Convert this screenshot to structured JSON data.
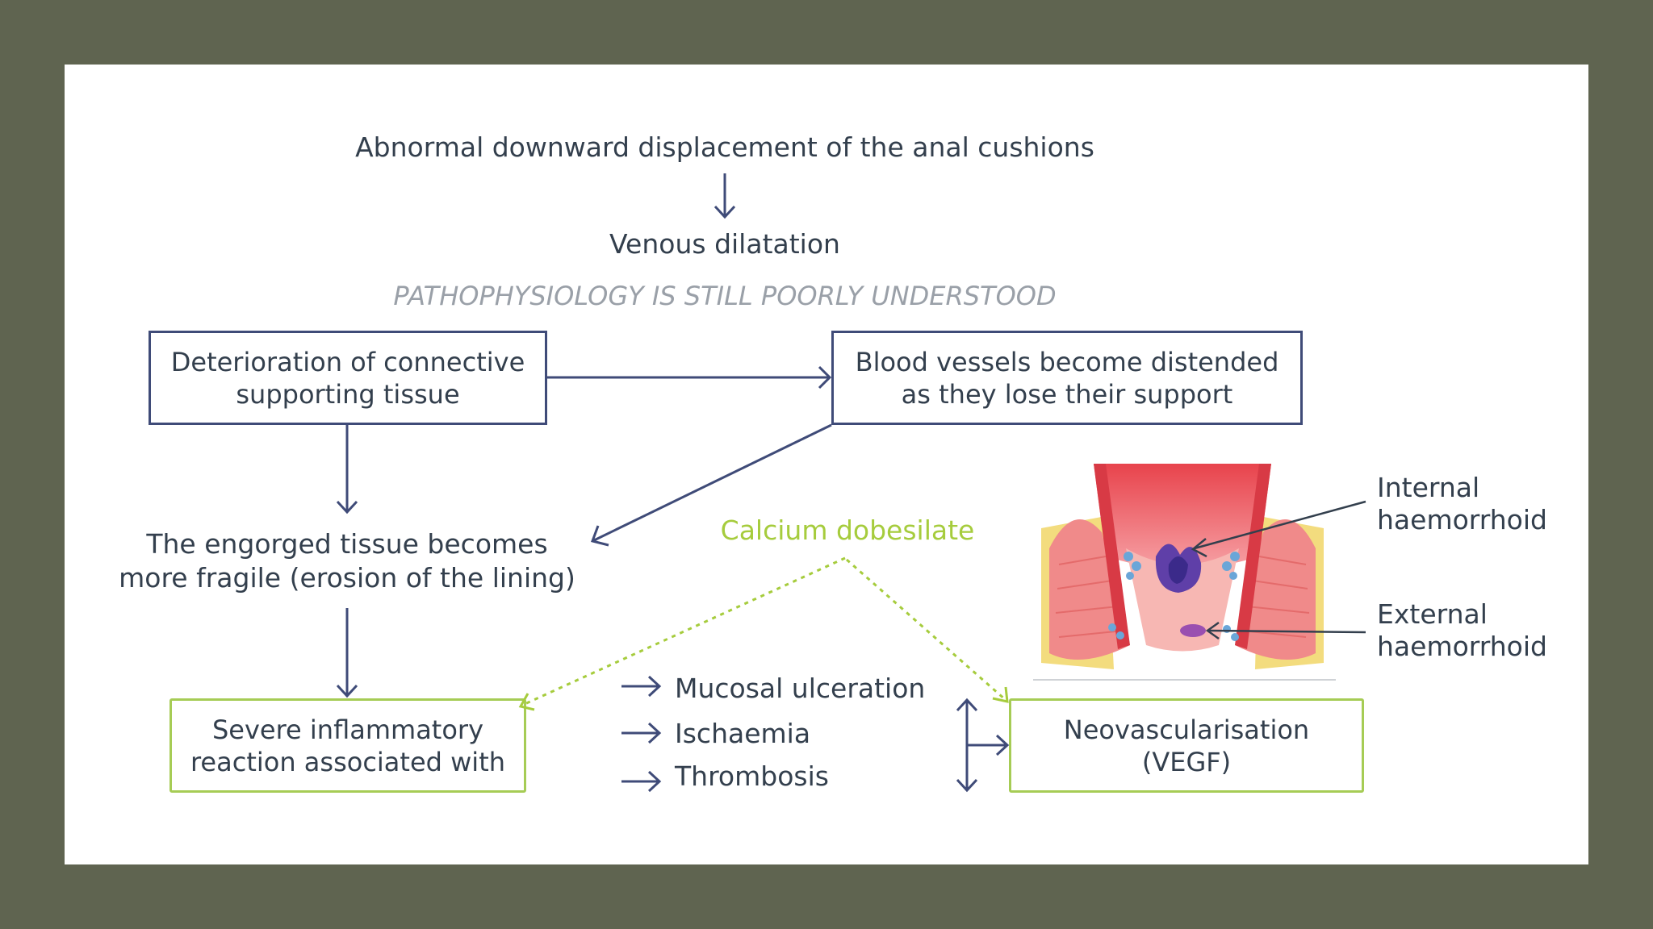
{
  "diagram": {
    "top_statement": "Abnormal downward displacement of the anal cushions",
    "venous": "Venous dilatation",
    "subtitle": "PATHOPHYSIOLOGY IS STILL POORLY UNDERSTOOD",
    "box_connective": {
      "line1": "Deterioration of connective",
      "line2": "supporting tissue"
    },
    "box_vessels": {
      "line1": "Blood vessels become distended",
      "line2": "as they lose their support"
    },
    "engorged": {
      "line1": "The engorged tissue becomes",
      "line2": "more fragile (erosion of the lining)"
    },
    "drug": "Calcium dobesilate",
    "box_inflammatory": {
      "line1": "Severe inflammatory",
      "line2": "reaction associated with"
    },
    "effects": [
      "Mucosal ulceration",
      "Ischaemia",
      "Thrombosis"
    ],
    "box_neo": {
      "line1": "Neovascularisation",
      "line2": "(VEGF)"
    },
    "labels": {
      "internal": {
        "line1": "Internal",
        "line2": "haemorrhoid"
      },
      "external": {
        "line1": "External",
        "line2": "haemorrhoid"
      }
    }
  },
  "colors": {
    "navy": "#3f4b78",
    "green": "#a6cc55",
    "drug_green": "#a6cc3d",
    "frame": "#5f6450"
  }
}
